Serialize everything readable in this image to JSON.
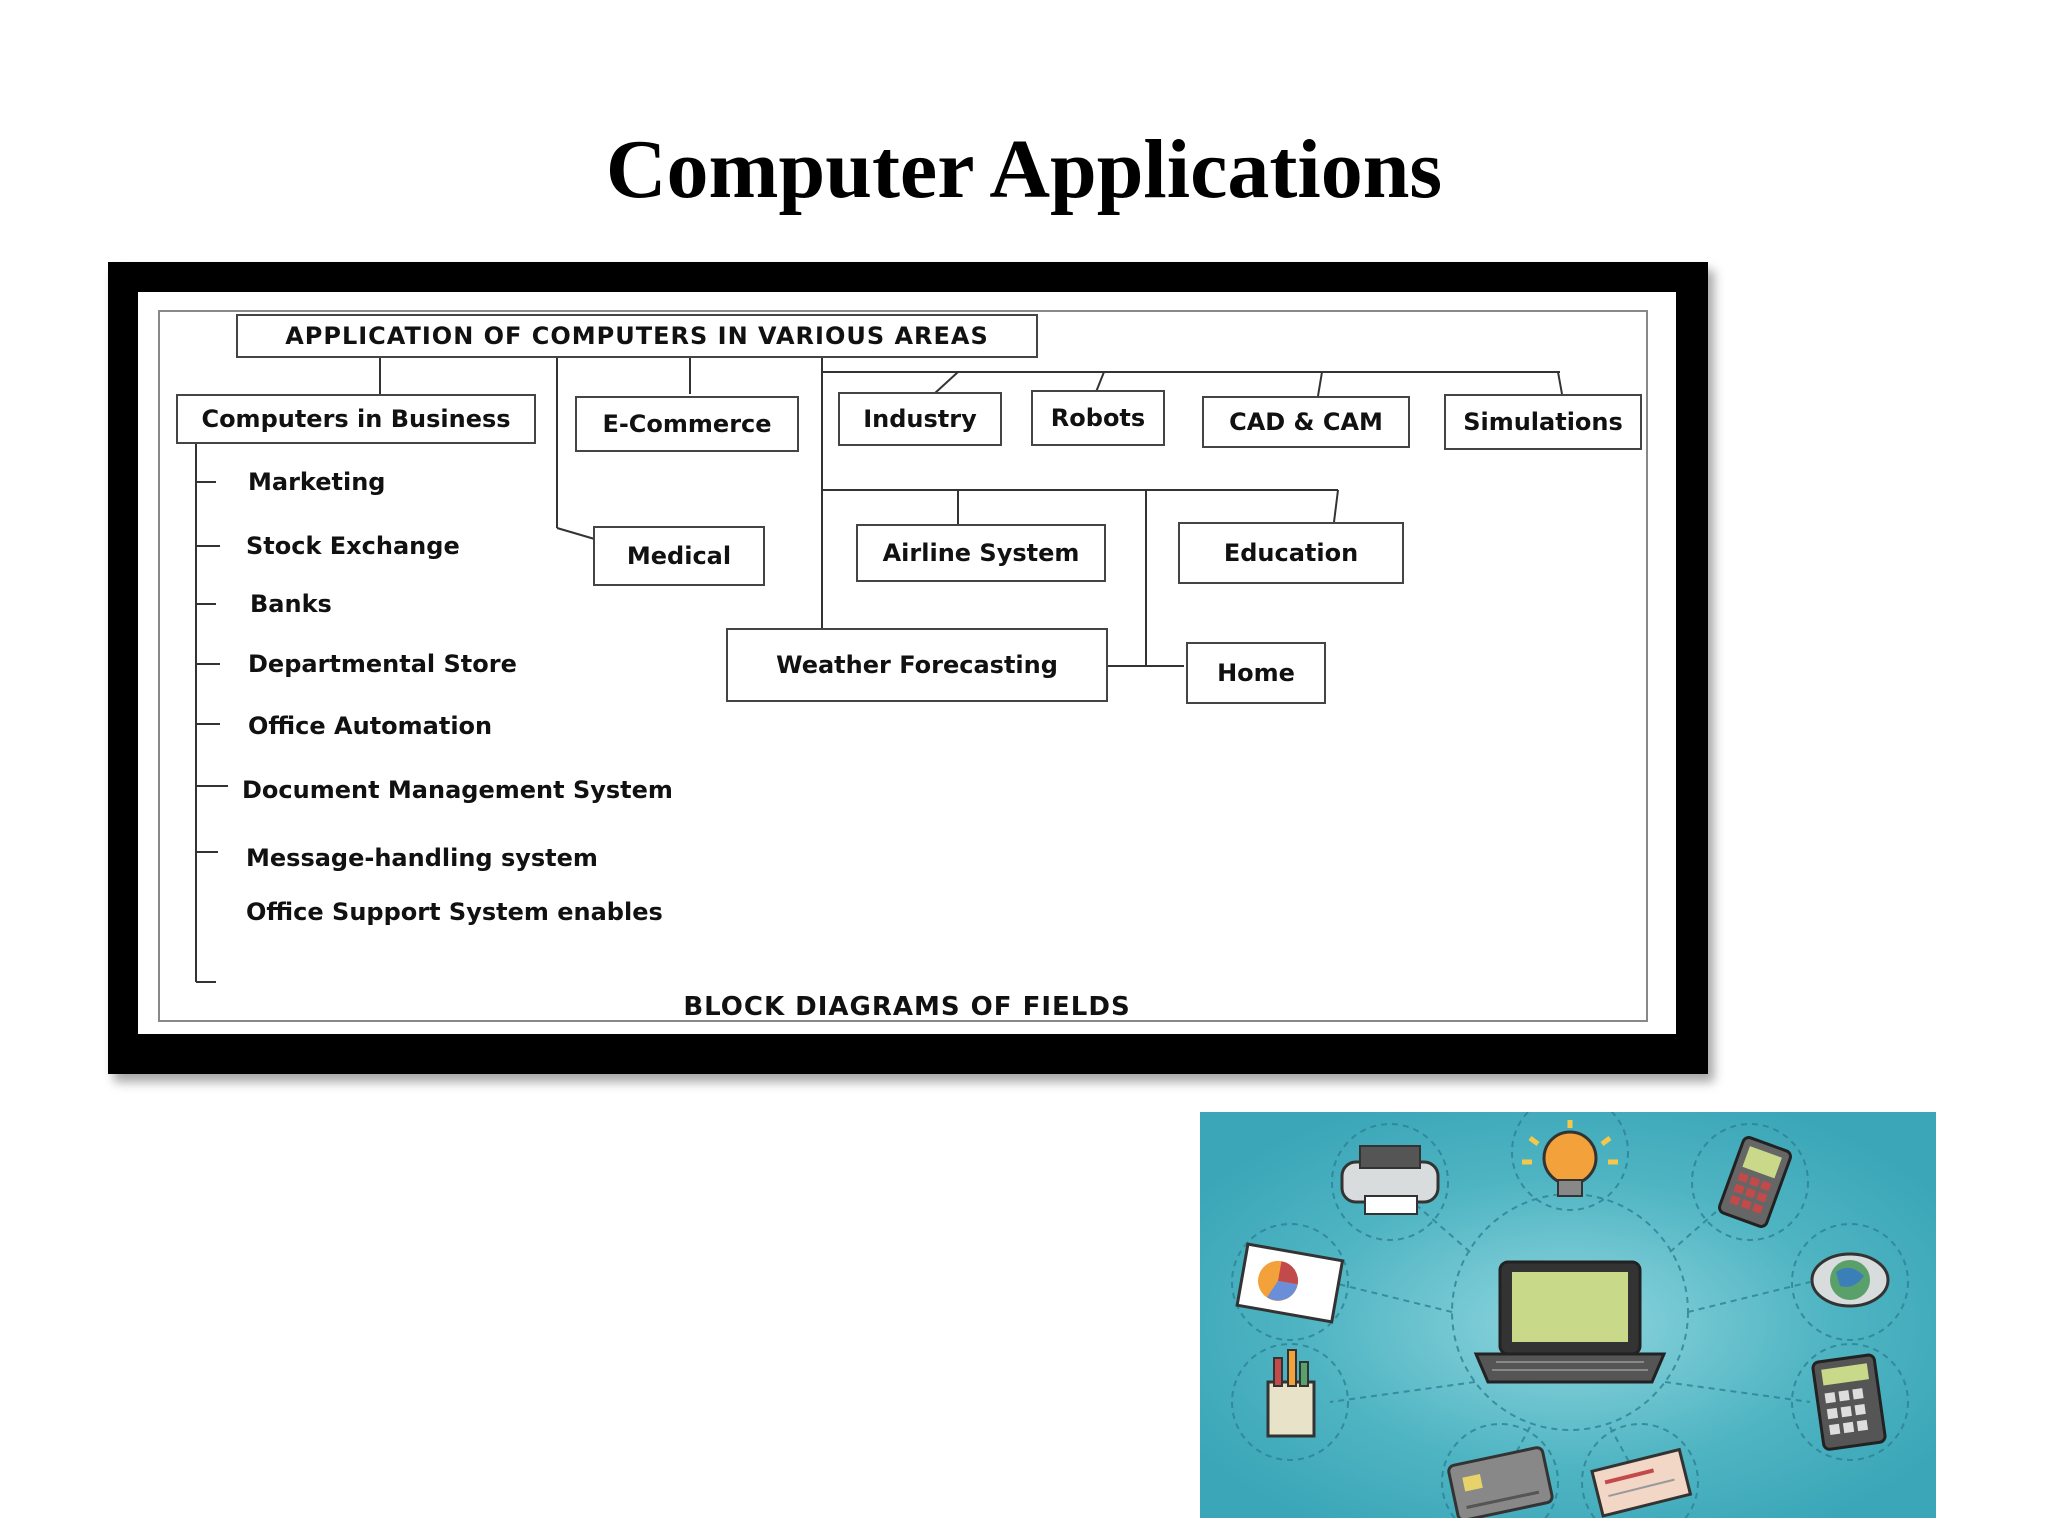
{
  "slide": {
    "title": "Computer Applications"
  },
  "diagram": {
    "root": "APPLICATION OF COMPUTERS IN VARIOUS AREAS",
    "business": "Computers in Business",
    "business_items": [
      "Marketing",
      "Stock Exchange",
      "Banks",
      "Departmental Store",
      "Office Automation",
      "Document Management System",
      "Message-handling system",
      "Office Support System enables"
    ],
    "ecommerce": "E-Commerce",
    "industry": "Industry",
    "robots": "Robots",
    "cadcam": "CAD & CAM",
    "simulations": "Simulations",
    "medical": "Medical",
    "airline": "Airline System",
    "education": "Education",
    "weather": "Weather Forecasting",
    "home": "Home",
    "caption": "BLOCK DIAGRAMS OF FIELDS"
  },
  "illustration": {
    "icons": [
      "printer-icon",
      "lightbulb-icon",
      "mobile-phone-icon",
      "pie-chart-icon",
      "globe-icon",
      "laptop-icon",
      "pencil-cup-icon",
      "calculator-icon",
      "credit-card-icon",
      "cheque-icon"
    ],
    "background_color": "#3aa6b8"
  }
}
